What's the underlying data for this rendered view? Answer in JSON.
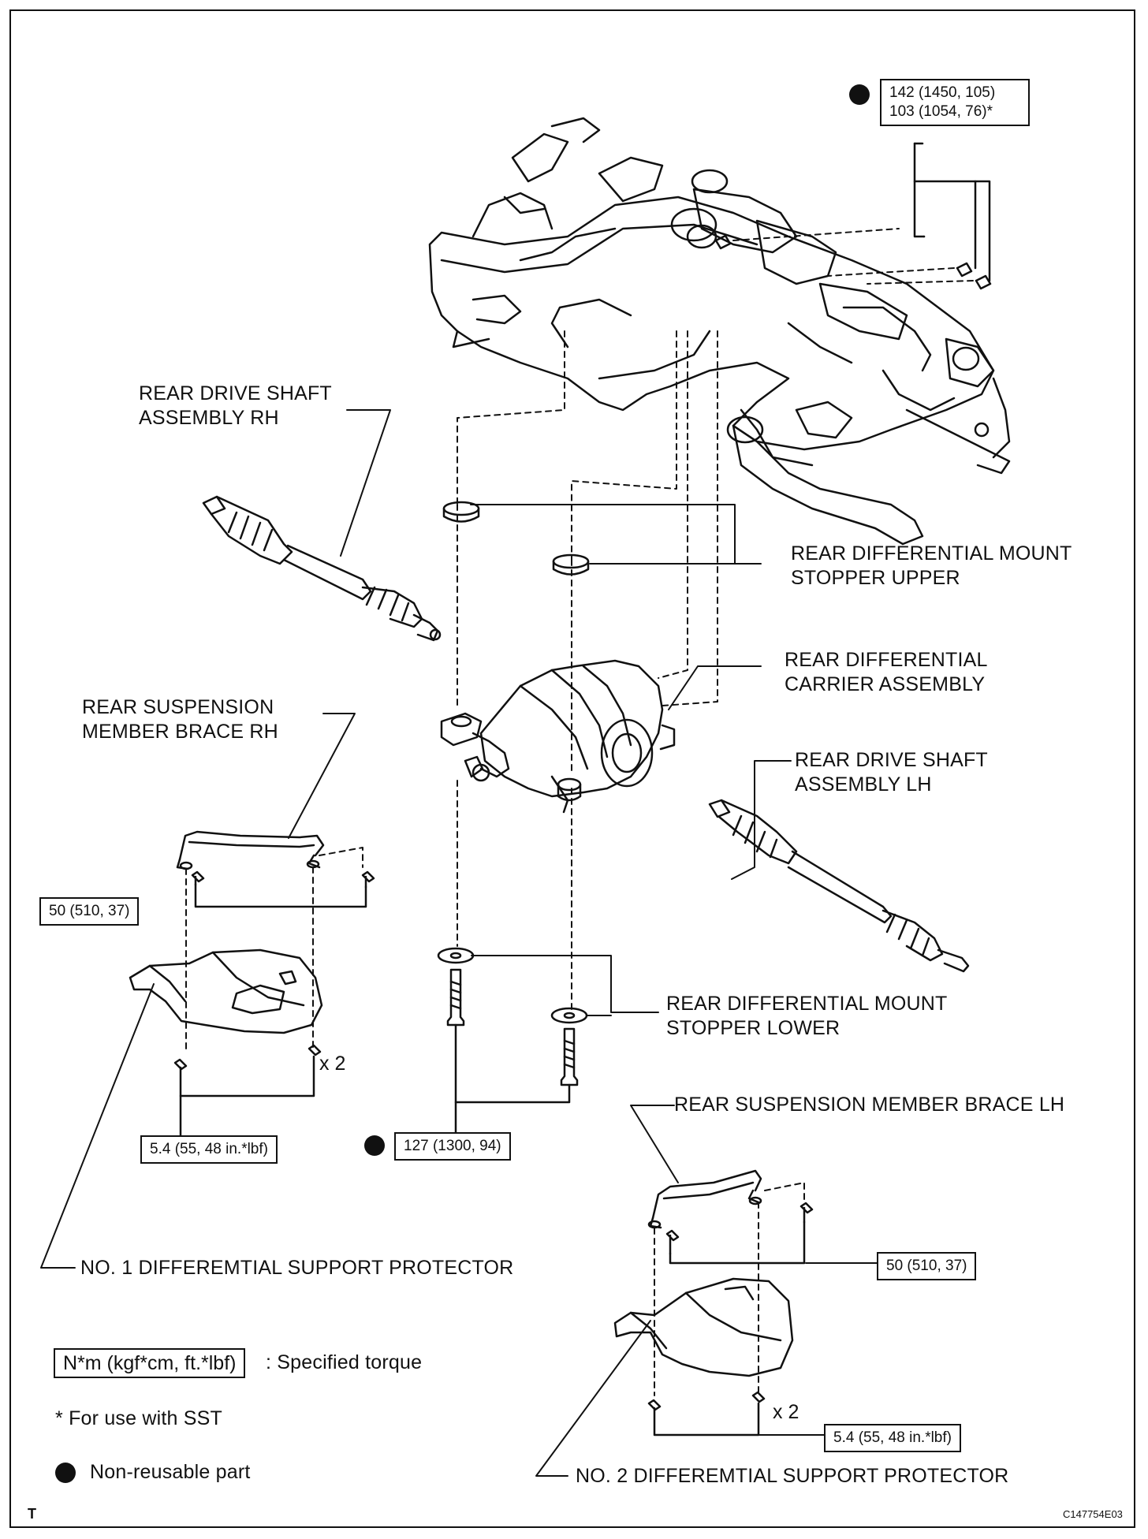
{
  "labels": {
    "rear_drive_shaft_rh": [
      "REAR DRIVE SHAFT",
      "ASSEMBLY RH"
    ],
    "stopper_upper": [
      "REAR DIFFERENTIAL MOUNT",
      "STOPPER UPPER"
    ],
    "carrier": [
      "REAR DIFFERENTIAL",
      "CARRIER ASSEMBLY"
    ],
    "brace_rh": [
      "REAR SUSPENSION",
      "MEMBER BRACE RH"
    ],
    "rear_drive_shaft_lh": [
      "REAR DRIVE SHAFT",
      "ASSEMBLY LH"
    ],
    "stopper_lower": [
      "REAR DIFFERENTIAL MOUNT",
      "STOPPER LOWER"
    ],
    "brace_lh": "REAR SUSPENSION MEMBER BRACE LH",
    "protector_1": "NO. 1 DIFFEREMTIAL SUPPORT PROTECTOR",
    "protector_2": "NO. 2 DIFFEREMTIAL SUPPORT PROTECTOR"
  },
  "torques": {
    "top": [
      "142 (1450, 105)",
      "103 (1054, 76)*"
    ],
    "brace_rh": "50 (510, 37)",
    "protector_1": "5.4 (55, 48 in.*lbf)",
    "bolt_lower": "127 (1300, 94)",
    "brace_lh": "50 (510, 37)",
    "protector_2": "5.4 (55, 48 in.*lbf)"
  },
  "counts": {
    "protector_1": "x 2",
    "protector_2": "x 2"
  },
  "legend": {
    "unit_box": "N*m (kgf*cm, ft.*lbf)",
    "unit_desc": ": Specified torque",
    "sst_note": "* For use with SST",
    "non_reusable": "Non-reusable part"
  },
  "corner_left": "T",
  "corner_right": "C147754E03",
  "colors": {
    "ink": "#111111",
    "paper": "#ffffff"
  }
}
